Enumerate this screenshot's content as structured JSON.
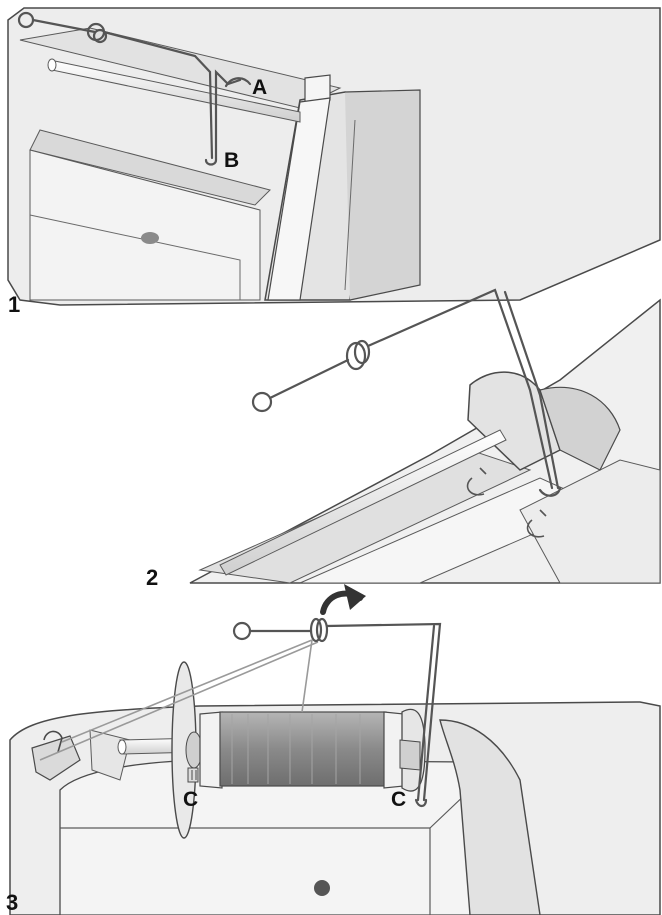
{
  "panels": [
    {
      "number": "1",
      "labels": [
        "A",
        "B"
      ]
    },
    {
      "number": "2",
      "labels": []
    },
    {
      "number": "3",
      "labels": [
        "C",
        "C"
      ]
    }
  ],
  "colors": {
    "body": "#ececec",
    "shade": "#d6d6d6",
    "dark_shade": "#bdbdbd",
    "outline": "#4a4a4a",
    "wire": "#555555",
    "thread": "#9a9a9a",
    "spool": "#8f8f8f"
  }
}
